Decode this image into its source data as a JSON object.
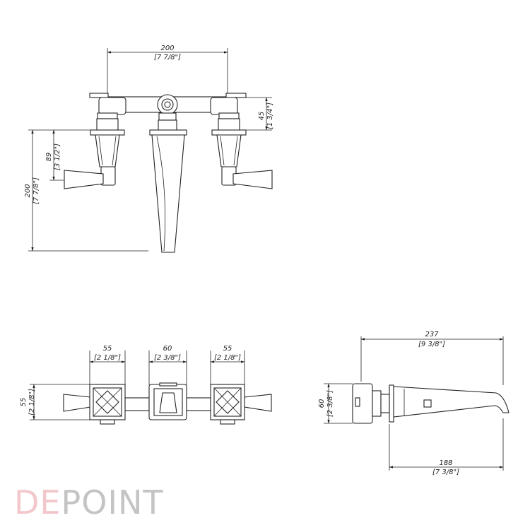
{
  "front_view": {
    "width_mm": "200",
    "width_in": "[7 7/8\"]",
    "height_mm": "200",
    "height_in": "[7 7/8\"]",
    "handle_mm": "89",
    "handle_in": "[3 1/2\"]",
    "body_mm": "45",
    "body_in": "[1 3/4\"]"
  },
  "top_view": {
    "left_mm": "55",
    "left_in": "[2 1/8\"]",
    "center_mm": "60",
    "center_in": "[2 3/8\"]",
    "right_mm": "55",
    "right_in": "[2 1/8\"]",
    "depth_mm": "55",
    "depth_in": "[2 1/8\"]"
  },
  "side_view": {
    "length_mm": "237",
    "length_in": "[9 3/8\"]",
    "height_mm": "60",
    "height_in": "[2 3/8\"]",
    "reach_mm": "188",
    "reach_in": "[7 3/8\"]"
  },
  "brand": {
    "part1": "DE",
    "part2": "POINT",
    "color1": "#f2c8cc",
    "color2": "#c4c4c4"
  }
}
